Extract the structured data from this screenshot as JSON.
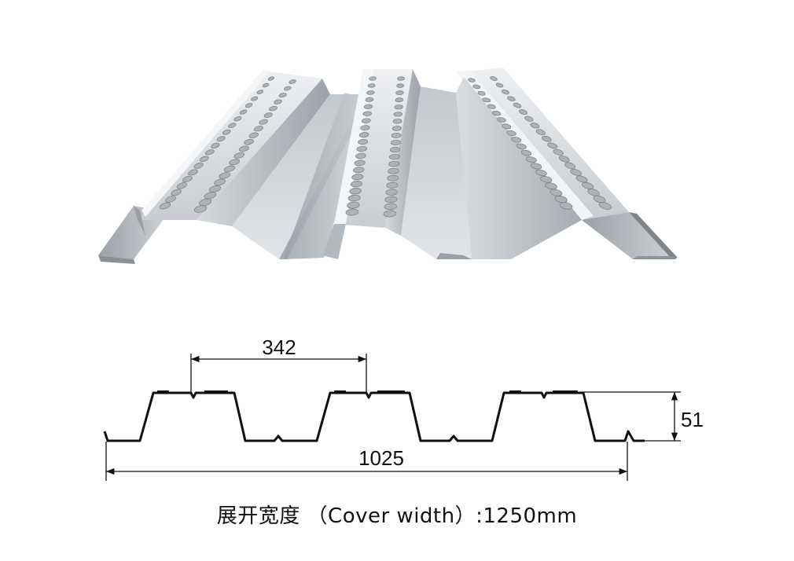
{
  "dimensions": {
    "pitch_label": "342",
    "height_label": "51",
    "cover_width_label": "1025"
  },
  "caption": {
    "text": "展开宽度 （Cover width）:1250mm"
  },
  "colors": {
    "steel_light": "#e3e6e9",
    "steel_mid": "#b9bec3",
    "steel_dark": "#8d9399",
    "line": "#111111"
  }
}
